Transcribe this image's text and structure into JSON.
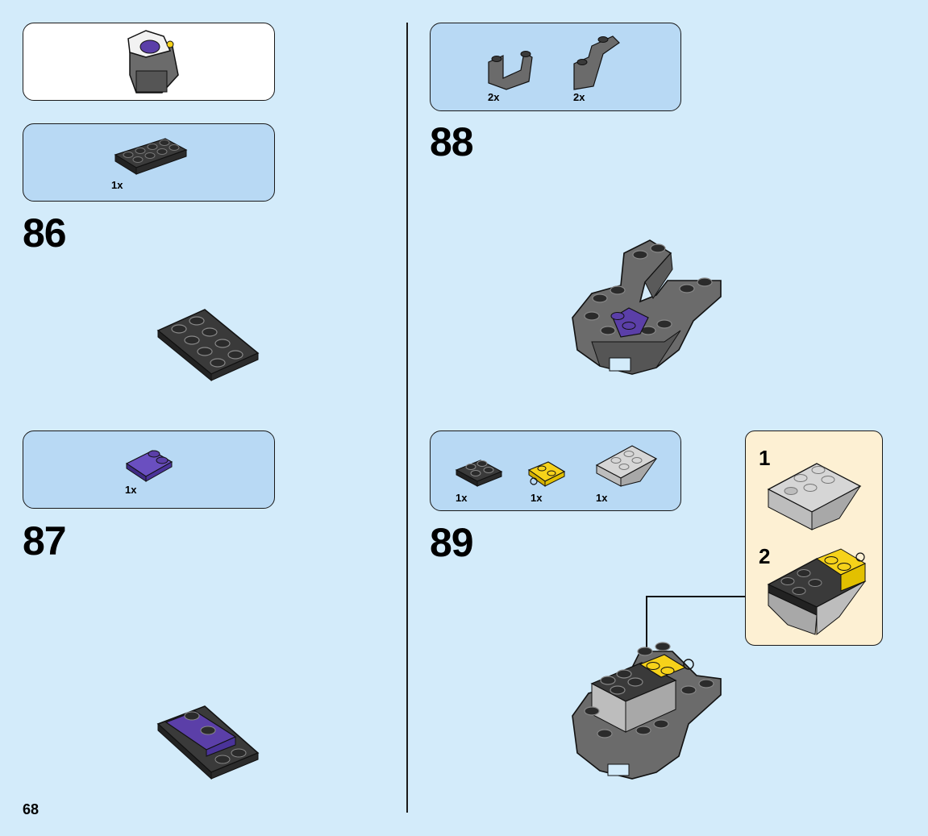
{
  "page_number": "68",
  "left_column": {
    "steps": [
      {
        "number": "86",
        "parts": [
          {
            "qty": "1x",
            "part": "black-plate-2x4"
          }
        ]
      },
      {
        "number": "87",
        "parts": [
          {
            "qty": "1x",
            "part": "purple-slope-2x2"
          }
        ]
      }
    ]
  },
  "right_column": {
    "steps": [
      {
        "number": "88",
        "parts": [
          {
            "qty": "2x",
            "part": "dark-grey-wedge-left"
          },
          {
            "qty": "2x",
            "part": "dark-grey-wedge-right"
          }
        ]
      },
      {
        "number": "89",
        "parts": [
          {
            "qty": "1x",
            "part": "black-plate-2x2"
          },
          {
            "qty": "1x",
            "part": "yellow-clip-plate"
          },
          {
            "qty": "1x",
            "part": "light-grey-inverted-slope"
          }
        ]
      }
    ],
    "sub_assembly": {
      "steps": [
        "1",
        "2"
      ]
    }
  },
  "colors": {
    "background": "#d3ebfa",
    "parts_box": "#b8d9f4",
    "sub_box": "#fdf0d3",
    "black_brick": "#2b2b2b",
    "dark_grey": "#6b6b6b",
    "light_grey": "#a8a8a8",
    "purple": "#5b3fa8",
    "yellow": "#f6d21a"
  }
}
